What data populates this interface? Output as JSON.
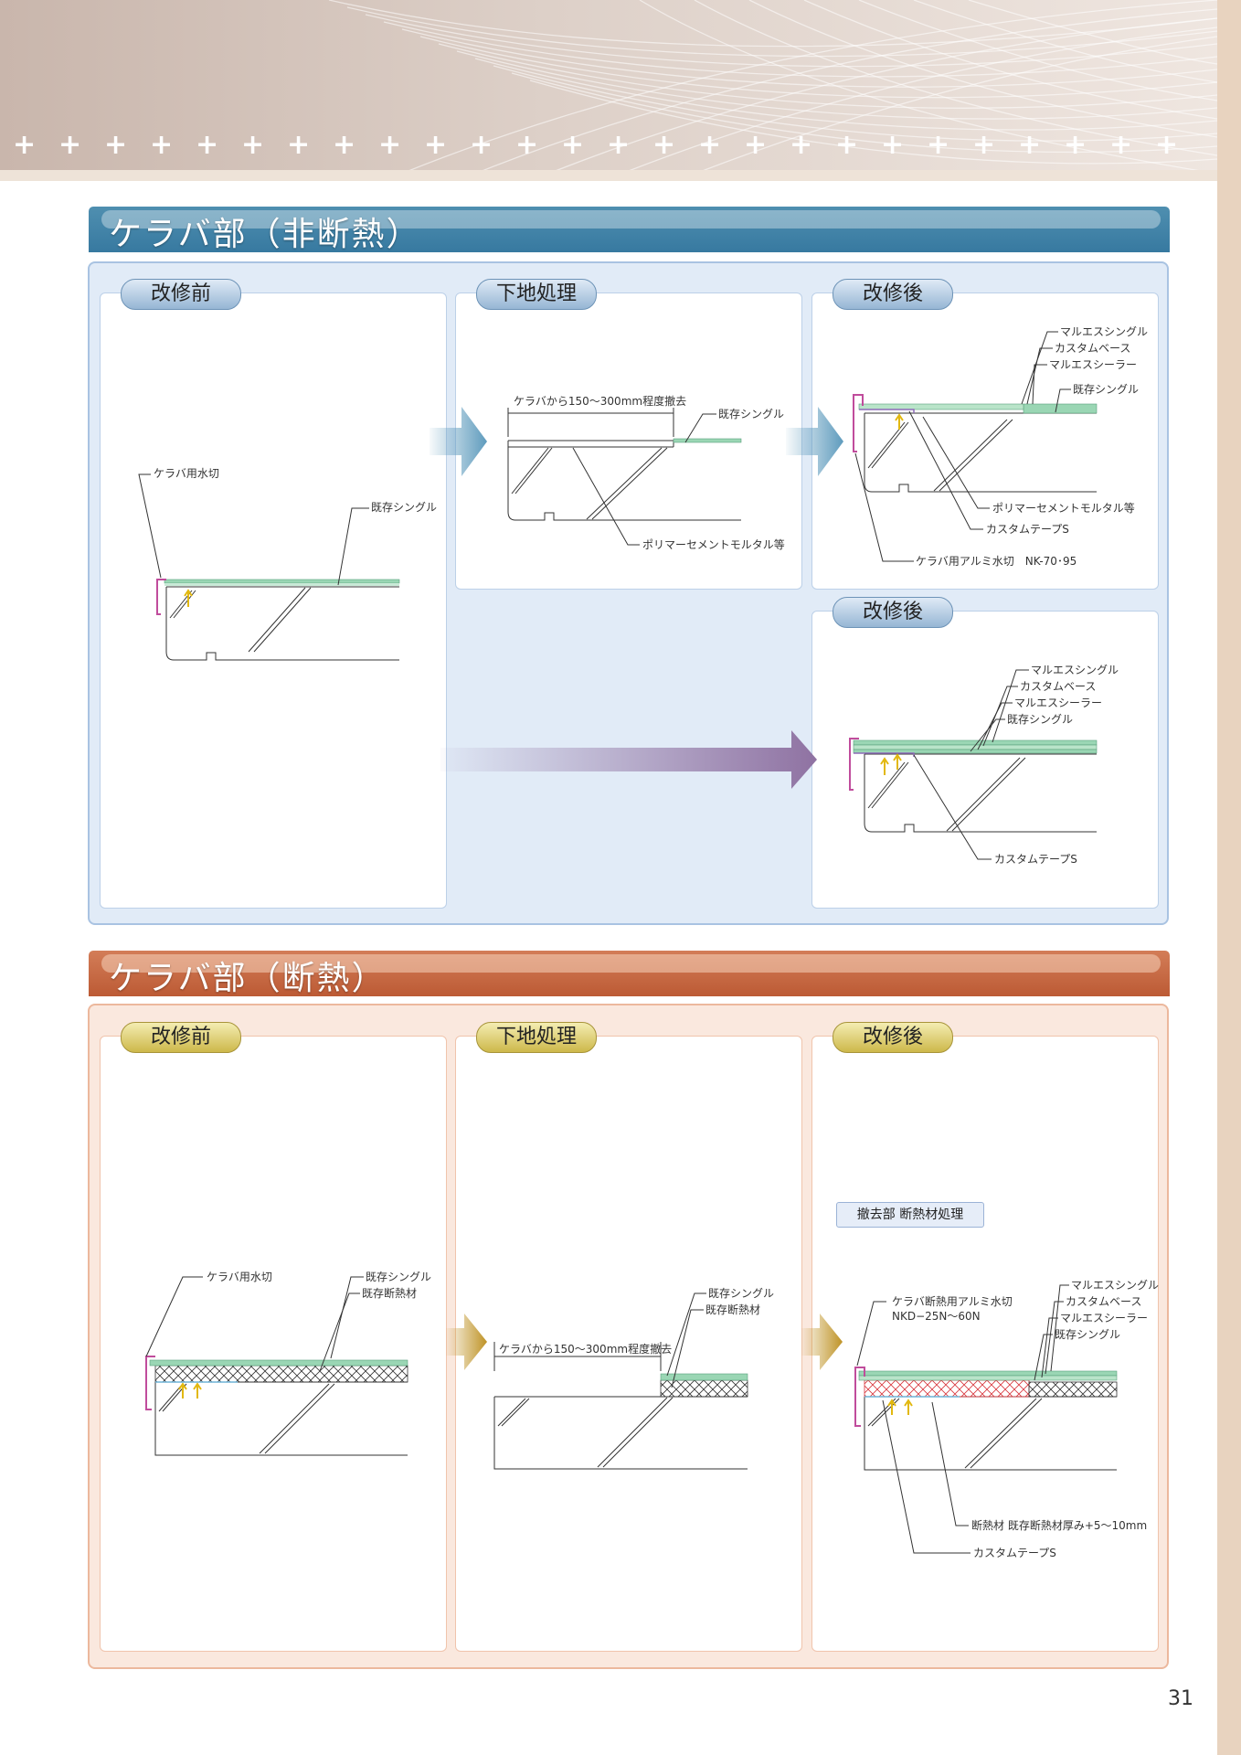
{
  "page_number": "31",
  "sections": [
    {
      "title": "ケラバ部（非断熱）",
      "panels": [
        {
          "stage": "改修前",
          "labels": [
            "ケラバ用水切",
            "既存シングル"
          ]
        },
        {
          "stage": "下地処理",
          "labels": [
            "ケラバから150～300mm程度撤去",
            "既存シングル",
            "ポリマーセメントモルタル等"
          ]
        },
        {
          "stage": "改修後",
          "labels": [
            "マルエスシングル",
            "カスタムベース",
            "マルエスシーラー",
            "既存シングル",
            "ポリマーセメントモルタル等",
            "カスタムテープS",
            "ケラバ用アルミ水切　NK-70･95"
          ]
        },
        {
          "stage": "改修後",
          "labels": [
            "マルエスシングル",
            "カスタムベース",
            "マルエスシーラー",
            "既存シングル",
            "カスタムテープS"
          ]
        }
      ]
    },
    {
      "title": "ケラバ部（断熱）",
      "panels": [
        {
          "stage": "改修前",
          "labels": [
            "ケラバ用水切",
            "既存シングル",
            "既存断熱材"
          ]
        },
        {
          "stage": "下地処理",
          "labels": [
            "既存シングル",
            "既存断熱材",
            "ケラバから150～300mm程度撤去"
          ]
        },
        {
          "stage": "改修後",
          "note": "撤去部  断熱材処理",
          "labels": [
            "ケラバ断熱用アルミ水切",
            "NKD−25N～60N",
            "マルエスシングル",
            "カスタムベース",
            "マルエスシーラー",
            "既存シングル",
            "断熱材  既存断熱材厚み+5～10mm",
            "カスタムテープS"
          ]
        }
      ]
    }
  ],
  "colors": {
    "section1_band": "#3779a0",
    "section1_bg": "#e1ebf7",
    "section2_band": "#bc5a34",
    "section2_bg": "#fae8de",
    "shingle": "#9ad6b4",
    "flashing": "#c04c9c",
    "arrow_blue": "#5e9bbd",
    "arrow_purple": "#8f72a2",
    "arrow_gold": "#bf9326",
    "new_insulation": "#d8363c"
  }
}
